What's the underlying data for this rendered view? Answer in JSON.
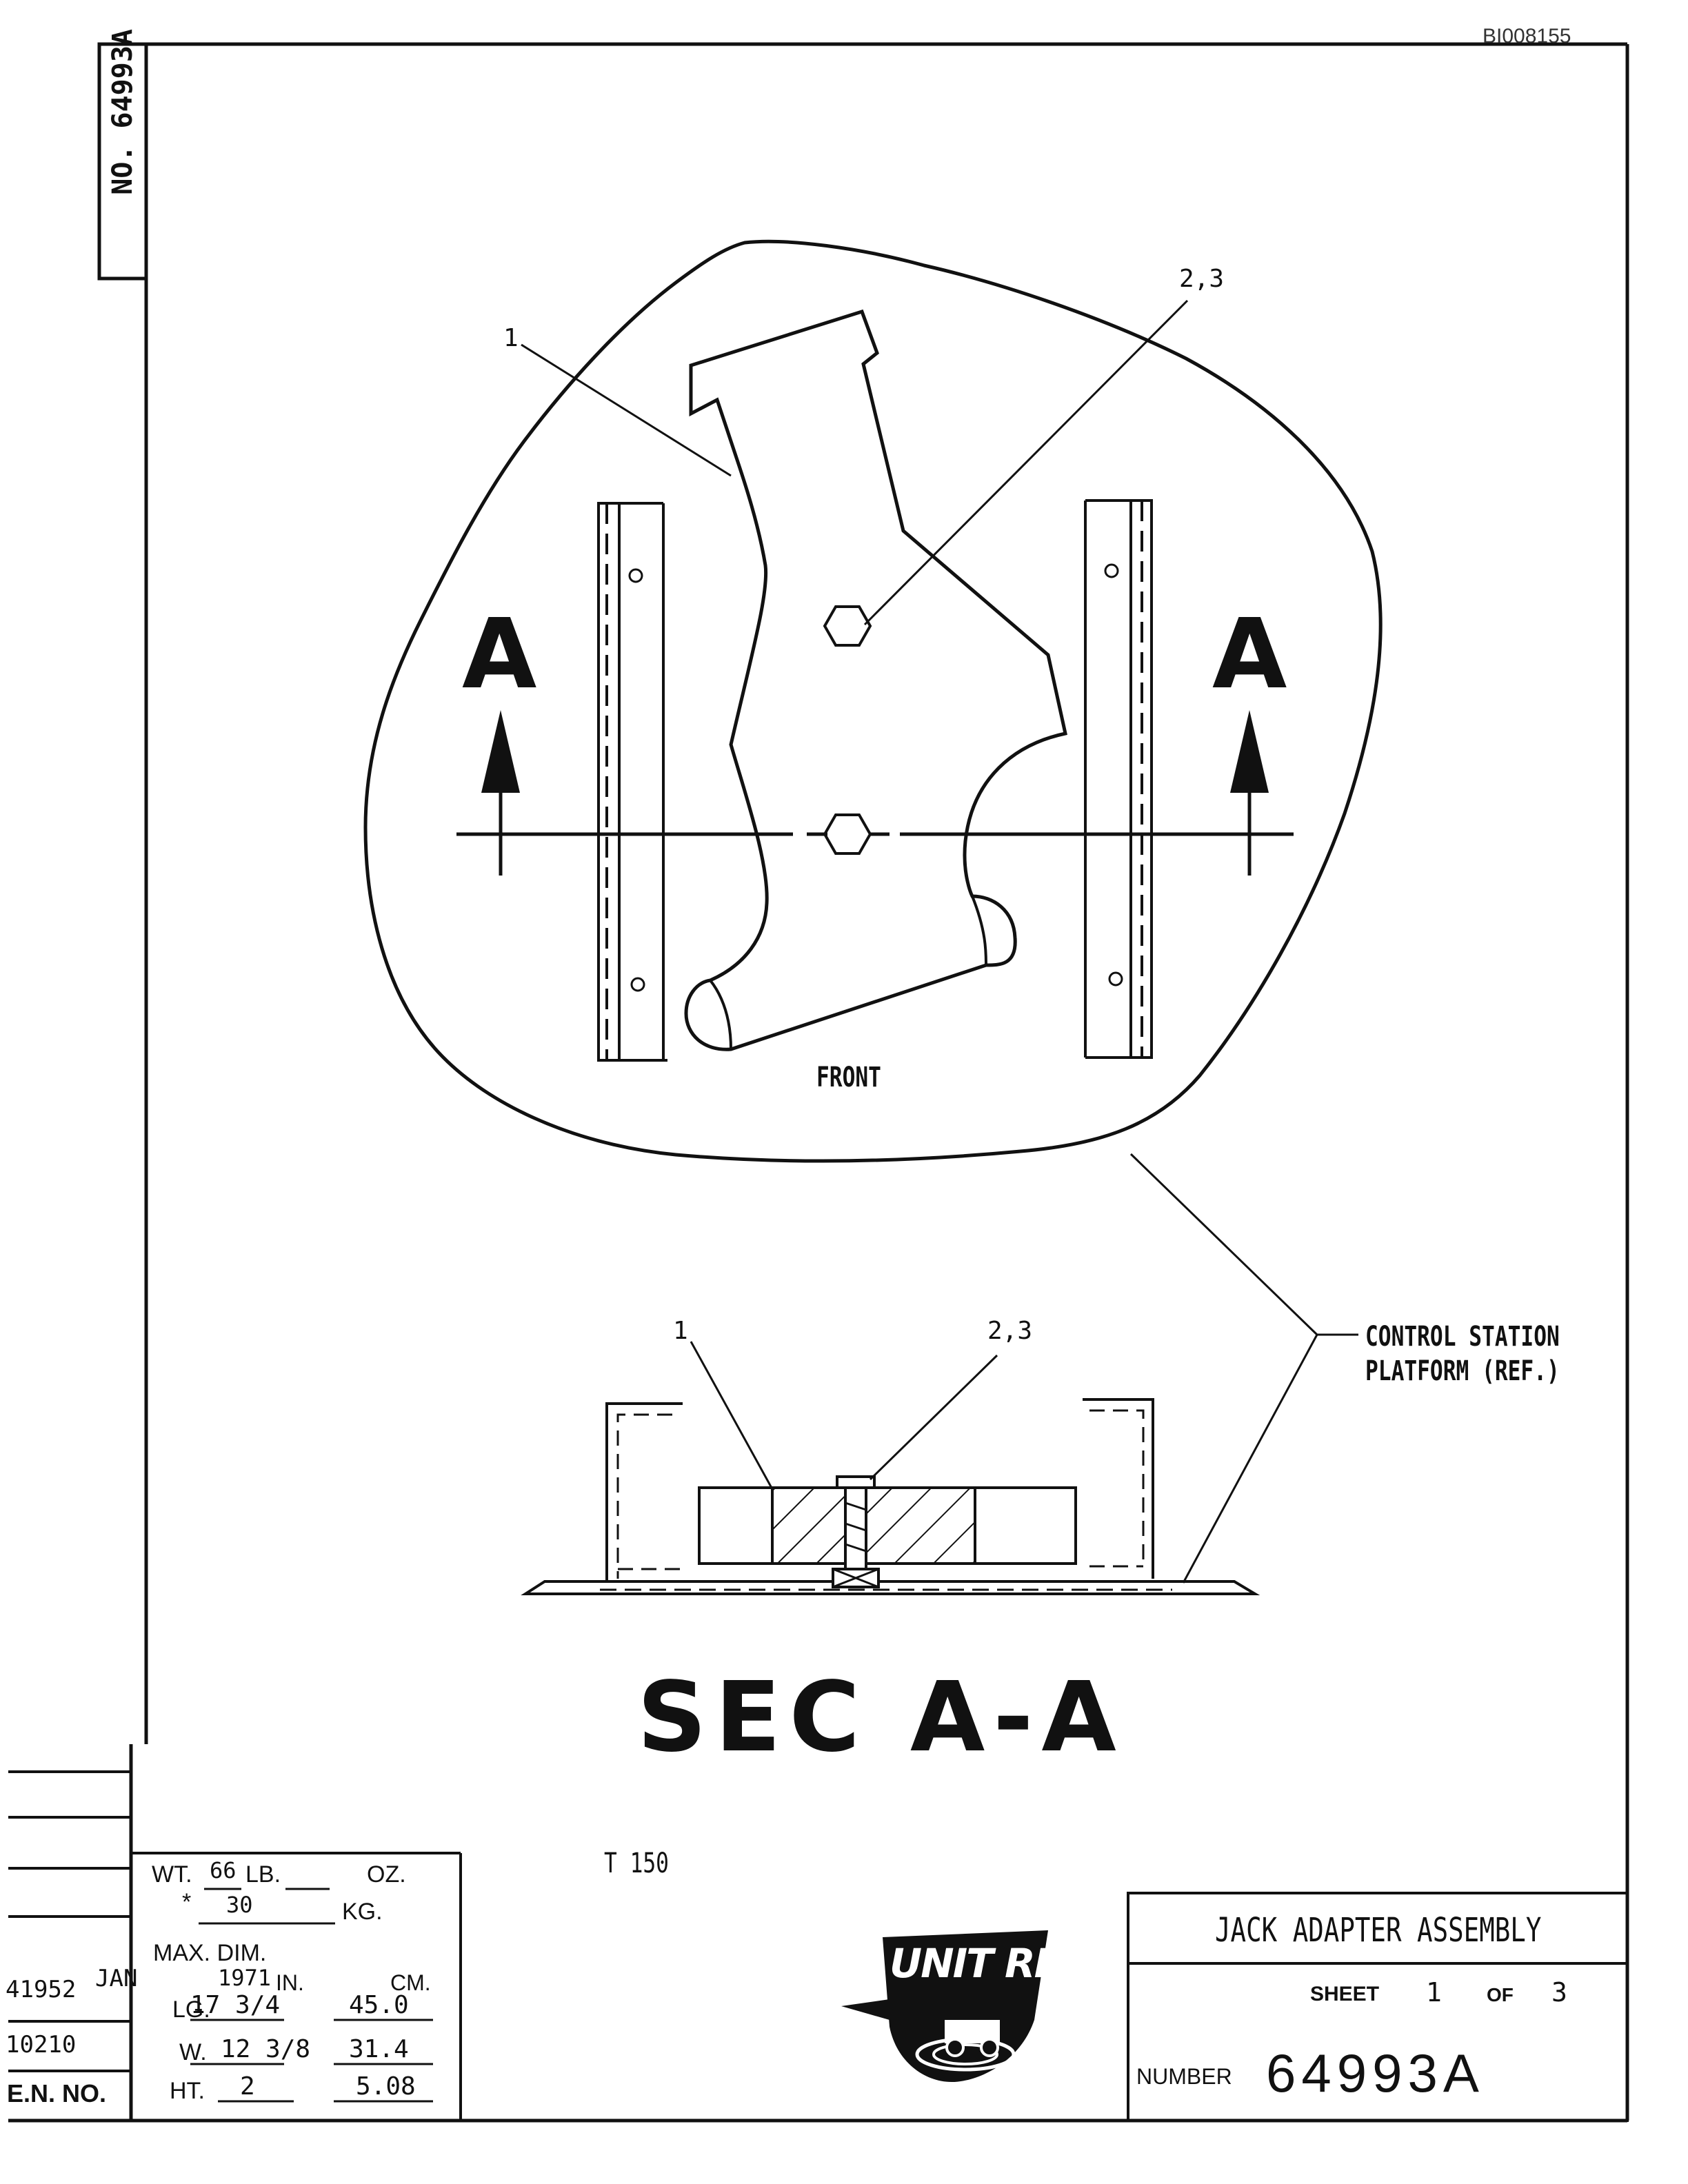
{
  "doc_id": "BI008155",
  "side_number": {
    "prefix": "NO.",
    "value": "64993A"
  },
  "callouts": {
    "plan_part": "1",
    "plan_fastener": "2,3",
    "sec_part": "1",
    "sec_fastener": "2,3"
  },
  "section_marks": {
    "left": "A",
    "right": "A"
  },
  "plan_front_label": "FRONT",
  "reference_note": {
    "line1": "CONTROL STATION",
    "line2": "PLATFORM (REF.)"
  },
  "section_title": "SEC A-A",
  "model": "T 150",
  "spec": {
    "wt_label": "WT.",
    "wt_lb": "66",
    "lb_unit": "LB.",
    "oz_unit": "OZ.",
    "kg_star": "*",
    "wt_kg": "30",
    "kg_unit": "KG.",
    "max_dim": "MAX. DIM.",
    "in_unit": "IN.",
    "cm_unit": "CM.",
    "lg_label": "LG.",
    "lg_in": "17 3/4",
    "lg_cm": "45.0",
    "w_label": "W.",
    "w_in": "12 3/8",
    "w_cm": "31.4",
    "ht_label": "HT.",
    "ht_in": "2",
    "ht_cm": "5.08"
  },
  "revision": {
    "row1": "41952",
    "row1_month": "JAN",
    "row1_year": "1971",
    "row2": "10210",
    "row3": "E.N. NO."
  },
  "title_block": {
    "title": "JACK ADAPTER ASSEMBLY",
    "sheet_label": "SHEET",
    "sheet_num": "1",
    "of_label": "OF",
    "sheet_total": "3",
    "number_label": "NUMBER",
    "number_value": "64993A"
  },
  "logo": {
    "text": "UNIT RIG"
  }
}
